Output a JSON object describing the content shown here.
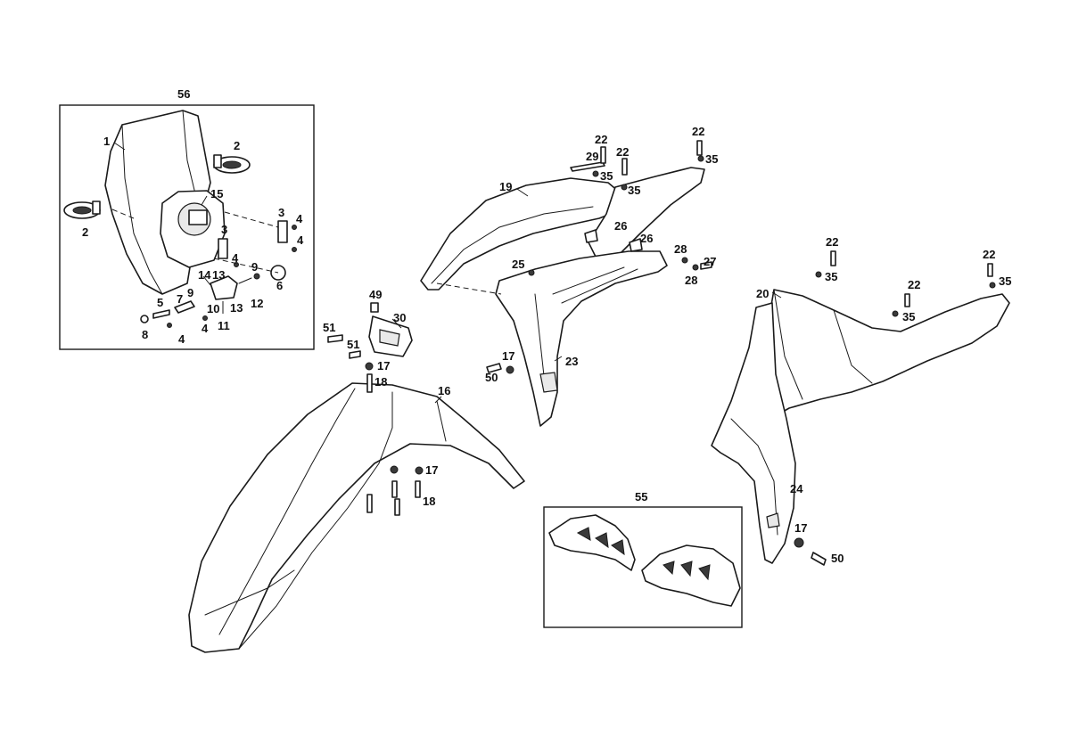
{
  "diagram": {
    "callouts": {
      "c56": "56",
      "c1": "1",
      "c2a": "2",
      "c2b": "2",
      "c15": "15",
      "c3a": "3",
      "c3b": "3",
      "c4a": "4",
      "c4b": "4",
      "c4c": "4",
      "c4d": "4",
      "c4e": "4",
      "c14": "14",
      "c13a": "13",
      "c13b": "13",
      "c9a": "9",
      "c9b": "9",
      "c6": "6",
      "c12": "12",
      "c7": "7",
      "c5": "5",
      "c10": "10",
      "c11": "11",
      "c8": "8",
      "c49": "49",
      "c30": "30",
      "c51a": "51",
      "c51b": "51",
      "c17a": "17",
      "c18a": "18",
      "c16": "16",
      "c17b": "17",
      "c18b": "18",
      "c19": "19",
      "c29": "29",
      "c22a": "22",
      "c22b": "22",
      "c22c": "22",
      "c35a": "35",
      "c35b": "35",
      "c35c": "35",
      "c26a": "26",
      "c26b": "26",
      "c25": "25",
      "c28a": "28",
      "c28b": "28",
      "c27": "27",
      "c17c": "17",
      "c50a": "50",
      "c23": "23",
      "c22d": "22",
      "c22e": "22",
      "c22f": "22",
      "c35d": "35",
      "c35e": "35",
      "c35f": "35",
      "c20": "20",
      "c24": "24",
      "c17d": "17",
      "c50b": "50",
      "c55": "55"
    }
  }
}
